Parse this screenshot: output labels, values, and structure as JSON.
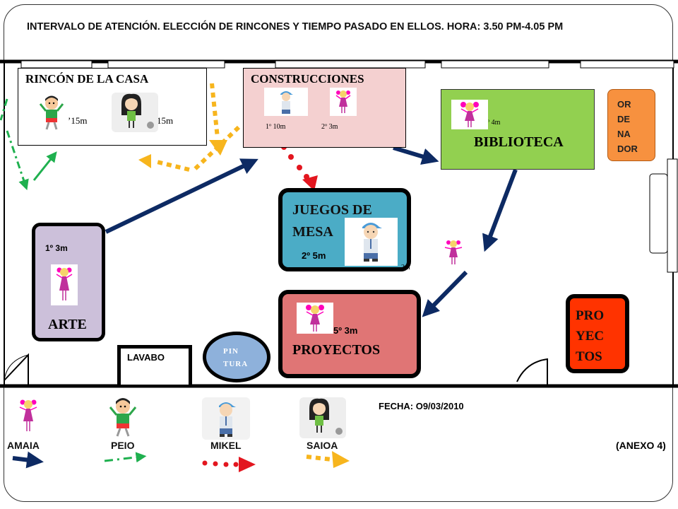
{
  "header": {
    "title": "INTERVALO DE ATENCIÓN.  ELECCIÓN DE RINCONES Y TIEMPO PASADO EN ELLOS.  HORA: 3.50 PM-4.05 PM"
  },
  "zones": {
    "casa": {
      "title": "RINCÓN DE LA CASA",
      "time_peio": "’15m",
      "time_saioa": "15m"
    },
    "construcciones": {
      "title": "CONSTRUCCIONES",
      "time_mikel": "1º 10m",
      "time_amaia": "2º 3m"
    },
    "biblioteca": {
      "title": "BIBLIOTECA",
      "time_amaia": "º 4m"
    },
    "ordenador": {
      "title_lines": [
        "OR",
        "DE",
        "NA",
        "DOR"
      ]
    },
    "juegos": {
      "title_lines": [
        "JUEGOS DE",
        "MESA"
      ],
      "time_mikel": "2º 5m",
      "time_extra": "2m"
    },
    "arte": {
      "title": "ARTE",
      "time_amaia": "1º  3m"
    },
    "proyectos": {
      "title": "PROYECTOS",
      "time_amaia": "5º 3m"
    },
    "proyectos_corner": {
      "title_lines": [
        "PRO",
        "YEC",
        "TOS"
      ]
    },
    "lavabo": {
      "title": "LAVABO"
    },
    "pintura": {
      "title_lines": [
        "PIN",
        "TURA"
      ]
    }
  },
  "footer": {
    "fecha": "FECHA: O9/03/2010",
    "anexo": "(ANEXO 4)"
  },
  "legend": [
    {
      "name": "AMAIA",
      "line_style": "solid",
      "color": "#0d2a63"
    },
    {
      "name": "PEIO",
      "line_style": "dash-dot",
      "color": "#1fb04f"
    },
    {
      "name": "MIKEL",
      "line_style": "dots",
      "color": "#e3161f"
    },
    {
      "name": "SAIOA",
      "line_style": "dashed",
      "color": "#f7b51d"
    }
  ],
  "colors": {
    "amaia": "#0d2a63",
    "peio": "#1fb04f",
    "mikel": "#e3161f",
    "saioa": "#f7b51d",
    "construcciones_bg": "#f4d0d0",
    "biblioteca_bg": "#92d050",
    "ordenador_bg": "#f7913f",
    "juegos_bg": "#4bacc6",
    "arte_bg": "#ccc0da",
    "proyectos_bg": "#e07575",
    "proyectos_corner_bg": "#ff3300",
    "pintura_bg": "#8eb1db"
  },
  "icons": {
    "amaia": "girl-figure-icon",
    "peio": "boy-figure-icon",
    "mikel": "boy-cap-figure-icon",
    "saioa": "girl-hair-figure-icon"
  }
}
